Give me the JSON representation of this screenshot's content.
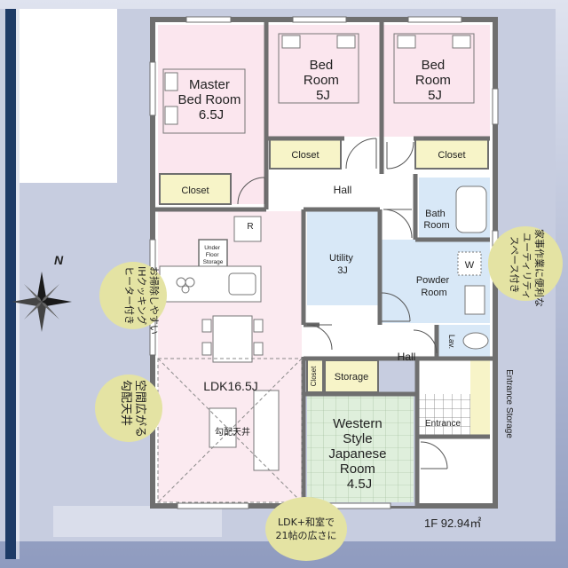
{
  "compass": {
    "north_label": "N"
  },
  "rooms": {
    "master_bedroom": {
      "lines": [
        "Master",
        "Bed Room",
        "6.5J"
      ]
    },
    "bedroom_1": {
      "lines": [
        "Bed",
        "Room",
        "5J"
      ]
    },
    "bedroom_2": {
      "lines": [
        "Bed",
        "Room",
        "5J"
      ]
    },
    "closet_master": "Closet",
    "closet_bed1": "Closet",
    "closet_bed2": "Closet",
    "hall_upper": "Hall",
    "hall_lower": "Hall",
    "bath_room": {
      "lines": [
        "Bath",
        "Room"
      ]
    },
    "utility": {
      "lines": [
        "Utility",
        "3J"
      ]
    },
    "powder_room": {
      "lines": [
        "Powder",
        "Room"
      ]
    },
    "washer": "W",
    "lav": "Lav.",
    "under_floor_storage": {
      "lines": [
        "Under",
        "Floor",
        "Storage"
      ]
    },
    "fridge": "R",
    "ldk": "LDK16.5J",
    "sloped_ceiling_mark": "勾配天井",
    "closet_small": "Closet",
    "storage": "Storage",
    "japanese_room": {
      "lines": [
        "Western",
        "Style",
        "Japanese",
        "Room",
        "4.5J"
      ]
    },
    "entrance": "Entrance",
    "entrance_storage": "Entrance Storage"
  },
  "callouts": {
    "cleaning": {
      "lines": [
        "お掃除しやすい",
        "IHクッキング",
        "ヒーター付き"
      ]
    },
    "sloped_ceiling": {
      "lines": [
        "空間広がる",
        "勾配天井"
      ]
    },
    "utility_space": {
      "lines": [
        "家事作業に便利な",
        "ユーティリティ",
        "スペース付き"
      ]
    },
    "ldk_japanese": {
      "lines": [
        "LDK+和室で",
        "21帖の広さに"
      ]
    }
  },
  "floor_area": "1F 92.94㎡",
  "colors": {
    "background_band": "#b9c2da",
    "road": "#1d3a66",
    "lot": "#c7cde0",
    "pink_room": "#fbe6ee",
    "ldk_fill": "#fbeaf0",
    "blue_room": "#d8e8f7",
    "green_room": "#dfefdc",
    "closet_fill": "#f7f4c8",
    "callout": "#e4e3a3",
    "wall": "#6f6f6f"
  }
}
